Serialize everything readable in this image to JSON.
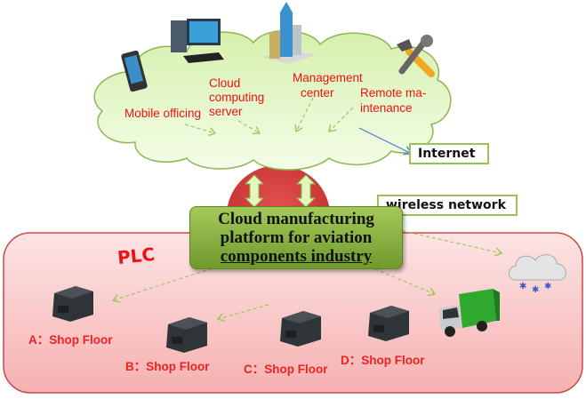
{
  "cloud": {
    "labels": {
      "mobile": "Mobile officing",
      "server_line1": "Cloud",
      "server_line2": "computing",
      "server_line3": "server",
      "management_line1": "Management",
      "management_line2": "center",
      "remote_line1": "Remote ma-",
      "remote_line2": "intenance"
    },
    "icons": [
      "mobile-phone-icon",
      "desktop-computer-icon",
      "city-buildings-icon",
      "tools-icon"
    ]
  },
  "callouts": {
    "internet": "Internet",
    "wireless": "wireless network"
  },
  "platform": {
    "line1": "Cloud manufacturing",
    "line2": "platform for aviation",
    "line3": "components industry"
  },
  "plc": {
    "title": "PLC",
    "shop_floors": [
      {
        "label": "A：Shop Floor"
      },
      {
        "label": "B：Shop Floor"
      },
      {
        "label": "C：Shop Floor"
      },
      {
        "label": "D：Shop Floor"
      }
    ],
    "icons": [
      "printer-icon",
      "truck-icon",
      "snow-cloud-icon"
    ]
  },
  "colors": {
    "cloud_fill": "#e2f5c4",
    "cloud_stroke": "#8cb850",
    "label_red": "#ee1111",
    "plc_fill": "#f8c6c6",
    "plc_stroke": "#c84a4a",
    "platform_green": "#8ab446",
    "red_circle": "#d04040",
    "box_border": "#9bc25a"
  }
}
